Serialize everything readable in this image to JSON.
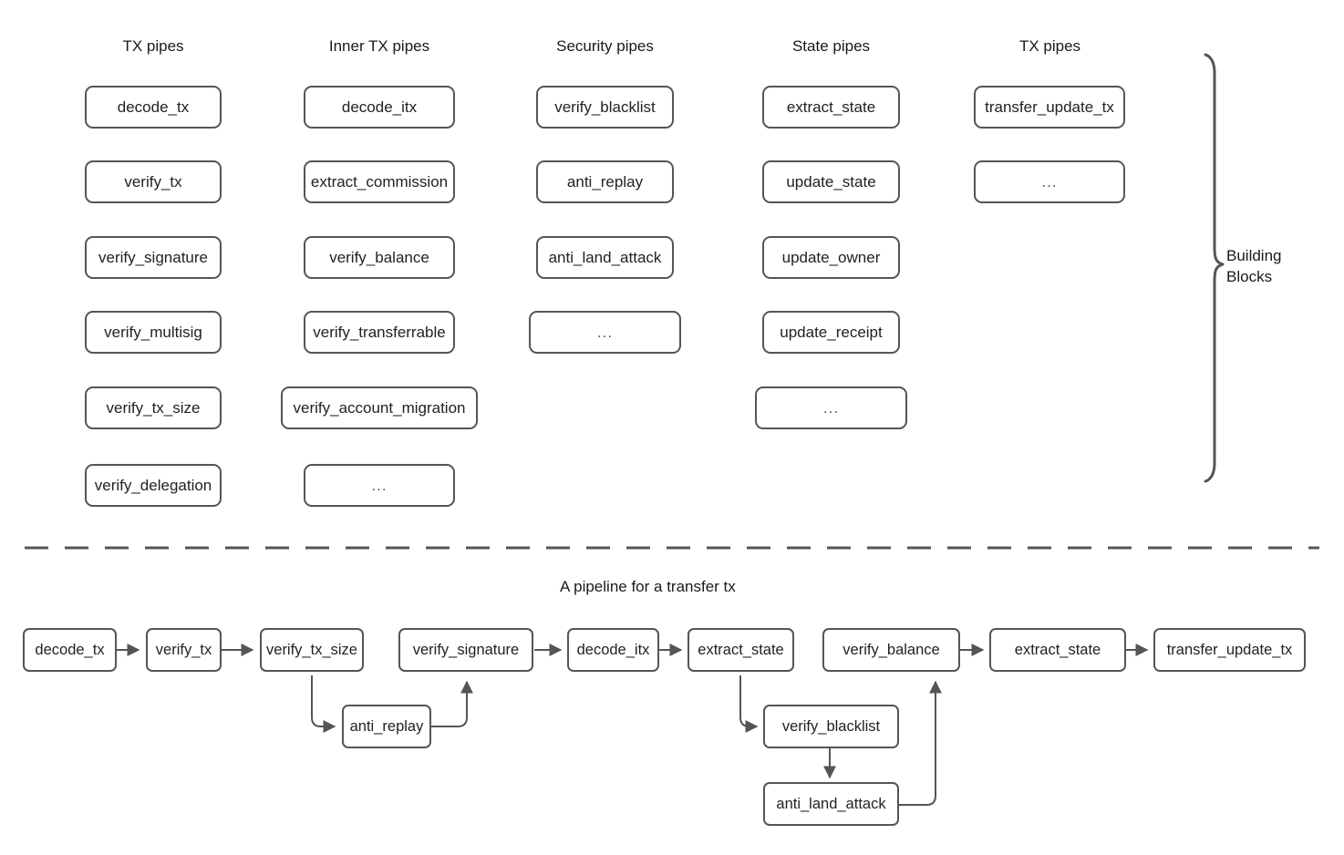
{
  "diagram": {
    "title_caption": "A pipeline for a transfer tx",
    "brace_label": "Building\nBlocks",
    "ellipsis": "...",
    "colors": {
      "box_border": "#555555",
      "box_fill": "#ffffff",
      "text": "#222222",
      "connector": "#555555",
      "divider": "#555555"
    },
    "building_blocks": {
      "columns": [
        {
          "header": "TX pipes",
          "items": [
            "decode_tx",
            "verify_tx",
            "verify_signature",
            "verify_multisig",
            "verify_tx_size",
            "verify_delegation"
          ]
        },
        {
          "header": "Inner TX pipes",
          "items": [
            "decode_itx",
            "extract_commission",
            "verify_balance",
            "verify_transferrable",
            "verify_account_migration",
            "..."
          ]
        },
        {
          "header": "Security pipes",
          "items": [
            "verify_blacklist",
            "anti_replay",
            "anti_land_attack",
            "..."
          ]
        },
        {
          "header": "State pipes",
          "items": [
            "extract_state",
            "update_state",
            "update_owner",
            "update_receipt",
            "..."
          ]
        },
        {
          "header": "TX pipes",
          "items": [
            "transfer_update_tx",
            "..."
          ]
        }
      ]
    },
    "pipeline": {
      "nodes": [
        "decode_tx",
        "verify_tx",
        "verify_tx_size",
        "anti_replay",
        "verify_signature",
        "decode_itx",
        "extract_state",
        "verify_blacklist",
        "anti_land_attack",
        "verify_balance",
        "extract_state",
        "transfer_update_tx"
      ],
      "edges": [
        {
          "from": "decode_tx",
          "to": "verify_tx"
        },
        {
          "from": "verify_tx",
          "to": "verify_tx_size"
        },
        {
          "from": "verify_tx_size",
          "to": "anti_replay"
        },
        {
          "from": "anti_replay",
          "to": "verify_signature"
        },
        {
          "from": "verify_signature",
          "to": "decode_itx"
        },
        {
          "from": "decode_itx",
          "to": "extract_state"
        },
        {
          "from": "extract_state",
          "to": "verify_blacklist"
        },
        {
          "from": "verify_blacklist",
          "to": "anti_land_attack"
        },
        {
          "from": "anti_land_attack",
          "to": "verify_balance"
        },
        {
          "from": "verify_balance",
          "to": "extract_state"
        },
        {
          "from": "extract_state",
          "to": "transfer_update_tx"
        }
      ]
    }
  }
}
